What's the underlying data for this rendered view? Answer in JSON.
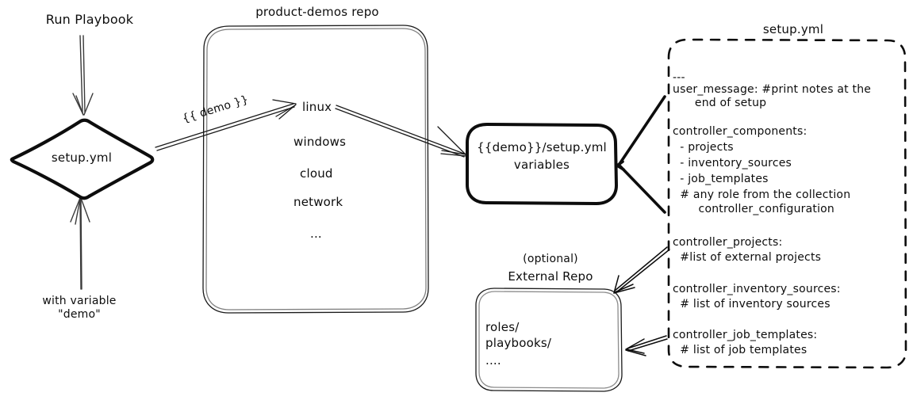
{
  "diagram": {
    "title_invisible": "",
    "nodes": {
      "run_playbook_label": "Run Playbook",
      "with_variable_label": "with variable\n\"demo\"",
      "setup_diamond_label": "setup.yml",
      "repo_title": "product-demos repo",
      "repo_items": [
        "linux",
        "windows",
        "cloud",
        "network",
        "..."
      ],
      "demo_arrow_label": "{{ demo }}",
      "vars_box_line1": "{{demo}}/setup.yml",
      "vars_box_line2": "variables",
      "external_repo_title_line1": "(optional)",
      "external_repo_title_line2": "External Repo",
      "external_repo_items": [
        "roles/",
        "playbooks/",
        "...."
      ],
      "setup_yml_title": "setup.yml"
    },
    "setup_yml_blocks": [
      {
        "name": "doc-start",
        "lines": [
          "---"
        ]
      },
      {
        "name": "user-message",
        "lines": [
          "user_message: #print notes at the",
          "      end of setup"
        ]
      },
      {
        "name": "controller-components",
        "lines": [
          "controller_components:",
          "  - projects",
          "  - inventory_sources",
          "  - job_templates",
          "  # any role from the collection",
          "       controller_configuration"
        ]
      },
      {
        "name": "controller-projects",
        "lines": [
          "controller_projects:",
          "  #list of external projects"
        ]
      },
      {
        "name": "controller-inventory-sources",
        "lines": [
          "controller_inventory_sources:",
          "  # list of inventory sources"
        ]
      },
      {
        "name": "controller-job-templates",
        "lines": [
          "controller_job_templates:",
          "  # list of job templates"
        ]
      }
    ],
    "colors": {
      "ink": "#0d0d0d",
      "background": "#ffffff"
    }
  }
}
